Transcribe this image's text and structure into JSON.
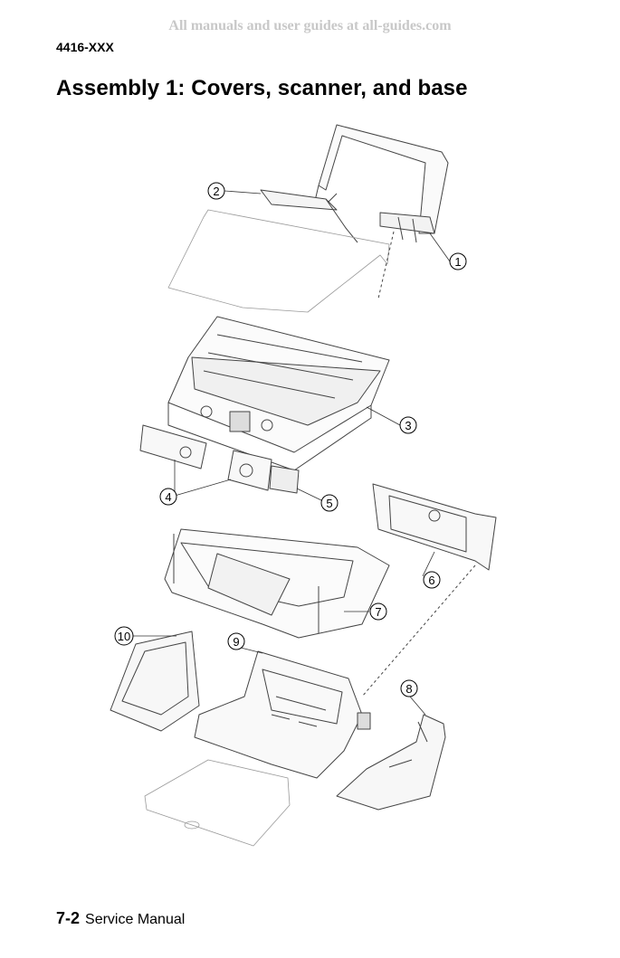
{
  "watermark": "All manuals and user guides at all-guides.com",
  "doc_code": "4416-XXX",
  "title": "Assembly 1:  Covers, scanner, and base",
  "callouts": [
    {
      "id": "1",
      "label": "1"
    },
    {
      "id": "2",
      "label": "2"
    },
    {
      "id": "3",
      "label": "3"
    },
    {
      "id": "4",
      "label": "4"
    },
    {
      "id": "5",
      "label": "5"
    },
    {
      "id": "6",
      "label": "6"
    },
    {
      "id": "7",
      "label": "7"
    },
    {
      "id": "8",
      "label": "8"
    },
    {
      "id": "9",
      "label": "9"
    },
    {
      "id": "10",
      "label": "10"
    }
  ],
  "footer": {
    "page_number": "7-2",
    "label": "Service Manual"
  }
}
